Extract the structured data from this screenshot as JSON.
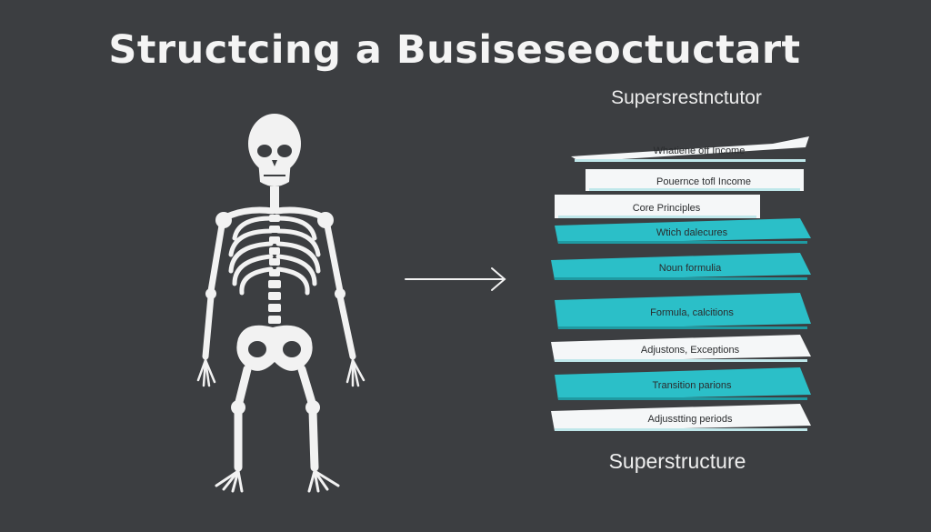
{
  "title": "Structcing a Busiseseoctuctart",
  "top_label": "Supersrestnctutor",
  "bottom_label": "Superstructure",
  "colors": {
    "background": "#3c3e41",
    "bone": "#f2f2f2",
    "teal": "#2bbfc8",
    "white_layer": "#f5f7f8",
    "light_teal": "#bfe7ea",
    "arrow": "#f2f2f2"
  },
  "icons": {
    "skeleton": "skeleton-icon",
    "arrow": "arrow-right-icon"
  },
  "layers": [
    {
      "label": "Whatiene off Income",
      "style": "white"
    },
    {
      "label": "Pouernce tofl Income",
      "style": "white"
    },
    {
      "label": "Core Principles",
      "style": "white"
    },
    {
      "label": "Wtich dalecures",
      "style": "teal"
    },
    {
      "label": "Noun formulia",
      "style": "teal"
    },
    {
      "label": "Formula, calcitions",
      "style": "teal"
    },
    {
      "label": "Adjustons, Exceptions",
      "style": "white"
    },
    {
      "label": "Transition parions",
      "style": "teal"
    },
    {
      "label": "Adjusstting periods",
      "style": "white"
    }
  ]
}
